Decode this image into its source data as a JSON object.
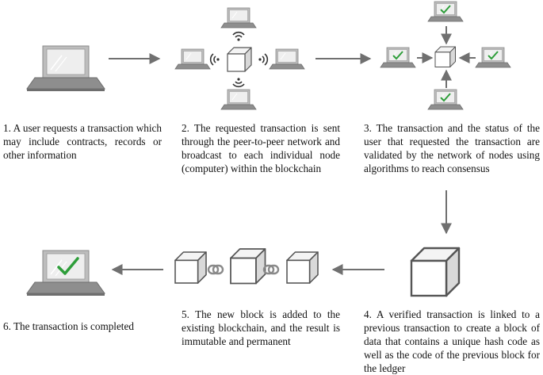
{
  "steps": [
    {
      "label": "1. A user requests a transaction which may include contracts, records or other information"
    },
    {
      "label": "2. The requested transaction is sent through the peer-to-peer network and broadcast to each individual node (computer) within the blockchain"
    },
    {
      "label": "3. The transaction and the status of the user that requested the transaction are validated by the network of nodes using algorithms to reach consensus"
    },
    {
      "label": "4. A verified transaction is linked to a previous transaction to create a block of data that contains a unique hash code as well as the code of the previous block for the ledger"
    },
    {
      "label": "5. The new block is added to the existing blockchain, and the result is immutable and permanent"
    },
    {
      "label": "6. The transaction is completed"
    }
  ],
  "colors": {
    "stroke": "#7f7f7f",
    "screen": "#e8e8e8",
    "arrow": "#707070",
    "check": "#2e9e3a"
  },
  "icons": [
    "laptop-icon",
    "block-cube-icon",
    "wireless-signal-icon",
    "check-icon",
    "chain-link-icon"
  ]
}
